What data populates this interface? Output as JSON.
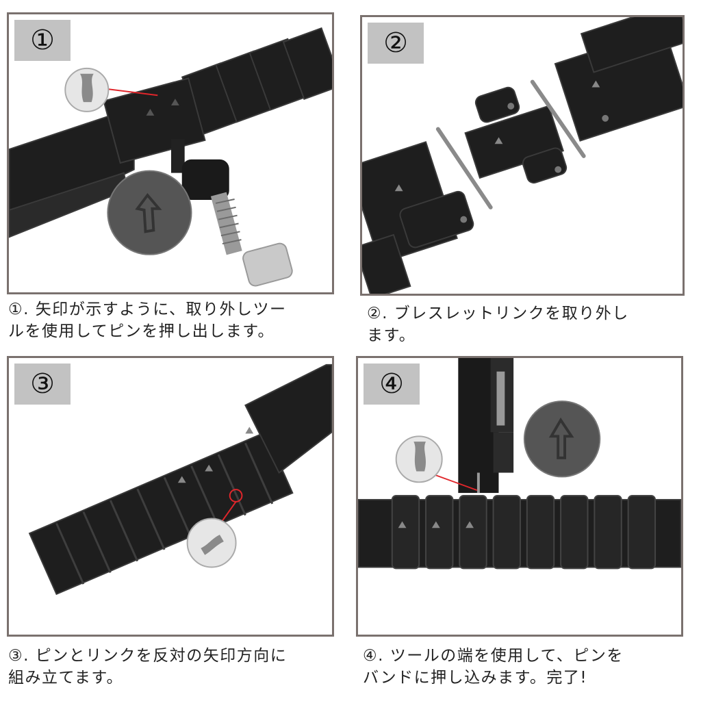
{
  "steps": [
    {
      "badge": "①",
      "caption": [
        "①. 矢印が示すように、取り外しツー",
        "ルを使用してピンを押し出します。"
      ]
    },
    {
      "badge": "②",
      "caption": [
        "②. ブレスレットリンクを取り外し",
        "ます。"
      ]
    },
    {
      "badge": "③",
      "caption": [
        "③. ピンとリンクを反対の矢印方向に",
        "組み立てます。"
      ]
    },
    {
      "badge": "④",
      "caption": [
        "④. ツールの端を使用して、ピンを",
        "バンドに押し込みます。完了!"
      ]
    }
  ],
  "colors": {
    "frame": "#7a716e",
    "badge_bg": "#c2c2c2",
    "metal": "#1e1e1e",
    "accent": "#e0262b"
  },
  "icons": [
    "arrow-icon",
    "pin-closeup-icon",
    "pin-tool-icon",
    "spring-pin-icon"
  ]
}
